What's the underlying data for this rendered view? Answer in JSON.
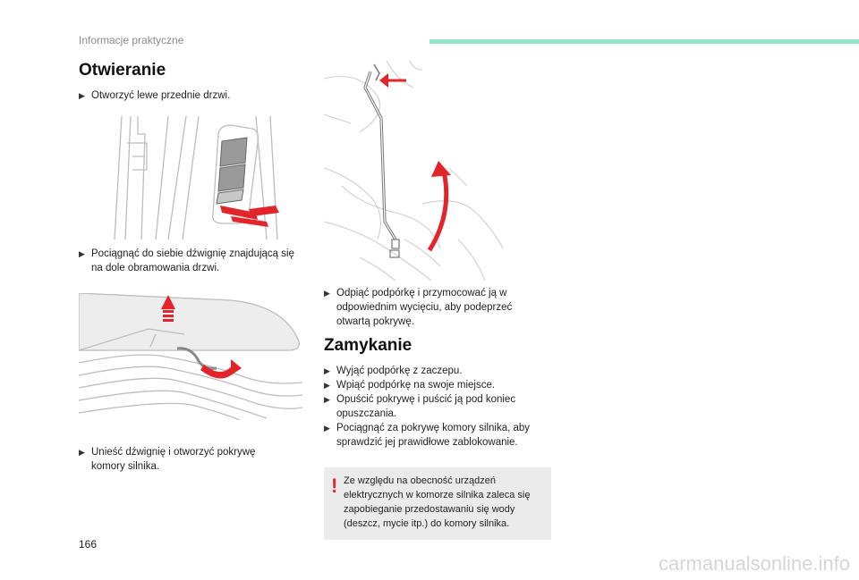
{
  "header": {
    "section_title": "Informacje praktyczne",
    "accent_color": "#8ee6c7"
  },
  "left": {
    "heading": "Otwieranie",
    "steps": [
      "Otworzyć lewe przednie drzwi.",
      "Pociągnąć do siebie dźwignię znajdującą się na dole obramowania drzwi.",
      "Unieść dźwignię i otworzyć pokrywę komory silnika."
    ]
  },
  "right": {
    "step_prop": "Odpiąć podpórkę i przymocować ją w odpowiednim wycięciu, aby podeprzeć otwartą pokrywę.",
    "heading": "Zamykanie",
    "steps": [
      "Wyjąć podpórkę z zaczepu.",
      "Wpiąć podpórkę na swoje miejsce.",
      "Opuścić pokrywę i puścić ją pod koniec opuszczania.",
      "Pociągnąć za pokrywę komory silnika, aby sprawdzić jej prawidłowe zablokowanie."
    ]
  },
  "warning": {
    "icon": "!",
    "text": "Ze względu na obecność urządzeń elektrycznych w komorze silnika zaleca się zapobieganie przedostawaniu się wody (deszcz, mycie itp.) do komory silnika."
  },
  "page_number": "166",
  "watermark": "carmanualsonline.info",
  "colors": {
    "arrow_red": "#e2252b",
    "line_gray": "#bdbdbd"
  }
}
